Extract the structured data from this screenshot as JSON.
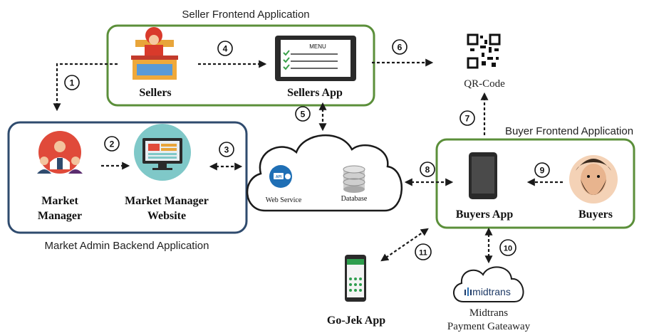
{
  "groups": {
    "seller": "Seller Frontend Application",
    "buyer": "Buyer Frontend Application",
    "admin": "Market Admin Backend Application"
  },
  "nodes": {
    "sellers": "Sellers",
    "sellers_app": "Sellers App",
    "menu": "MENU",
    "qr_code": "QR-Code",
    "market_manager_1": "Market",
    "market_manager_2": "Manager",
    "mm_website_1": "Market Manager",
    "mm_website_2": "Website",
    "web_service": "Web Service",
    "api": "API",
    "database": "Database",
    "buyers_app": "Buyers App",
    "buyers": "Buyers",
    "gojek_app": "Go-Jek App",
    "midtrans_logo": "midtrans",
    "midtrans_1": "Midtrans",
    "midtrans_2": "Payment Gateaway"
  },
  "steps": [
    "1",
    "2",
    "3",
    "4",
    "5",
    "6",
    "7",
    "8",
    "9",
    "10",
    "11"
  ],
  "colors": {
    "green": "#5b8f3a",
    "navy": "#2f4b6e",
    "arrow": "#1a1a1a",
    "manager_red": "#e04a3a",
    "monitor_teal": "#7fc8c8"
  },
  "icons": {
    "seller": "seller-stall-icon",
    "tablet": "tablet-menu-icon",
    "qr": "qr-code-icon",
    "manager": "manager-team-icon",
    "monitor": "monitor-website-icon",
    "cloud": "cloud-icon",
    "api": "api-gear-icon",
    "database": "database-icon",
    "phone": "smartphone-icon",
    "buyer": "buyer-avatar-icon",
    "gojek": "gojek-phone-icon",
    "midtrans_cloud": "midtrans-cloud-icon"
  }
}
